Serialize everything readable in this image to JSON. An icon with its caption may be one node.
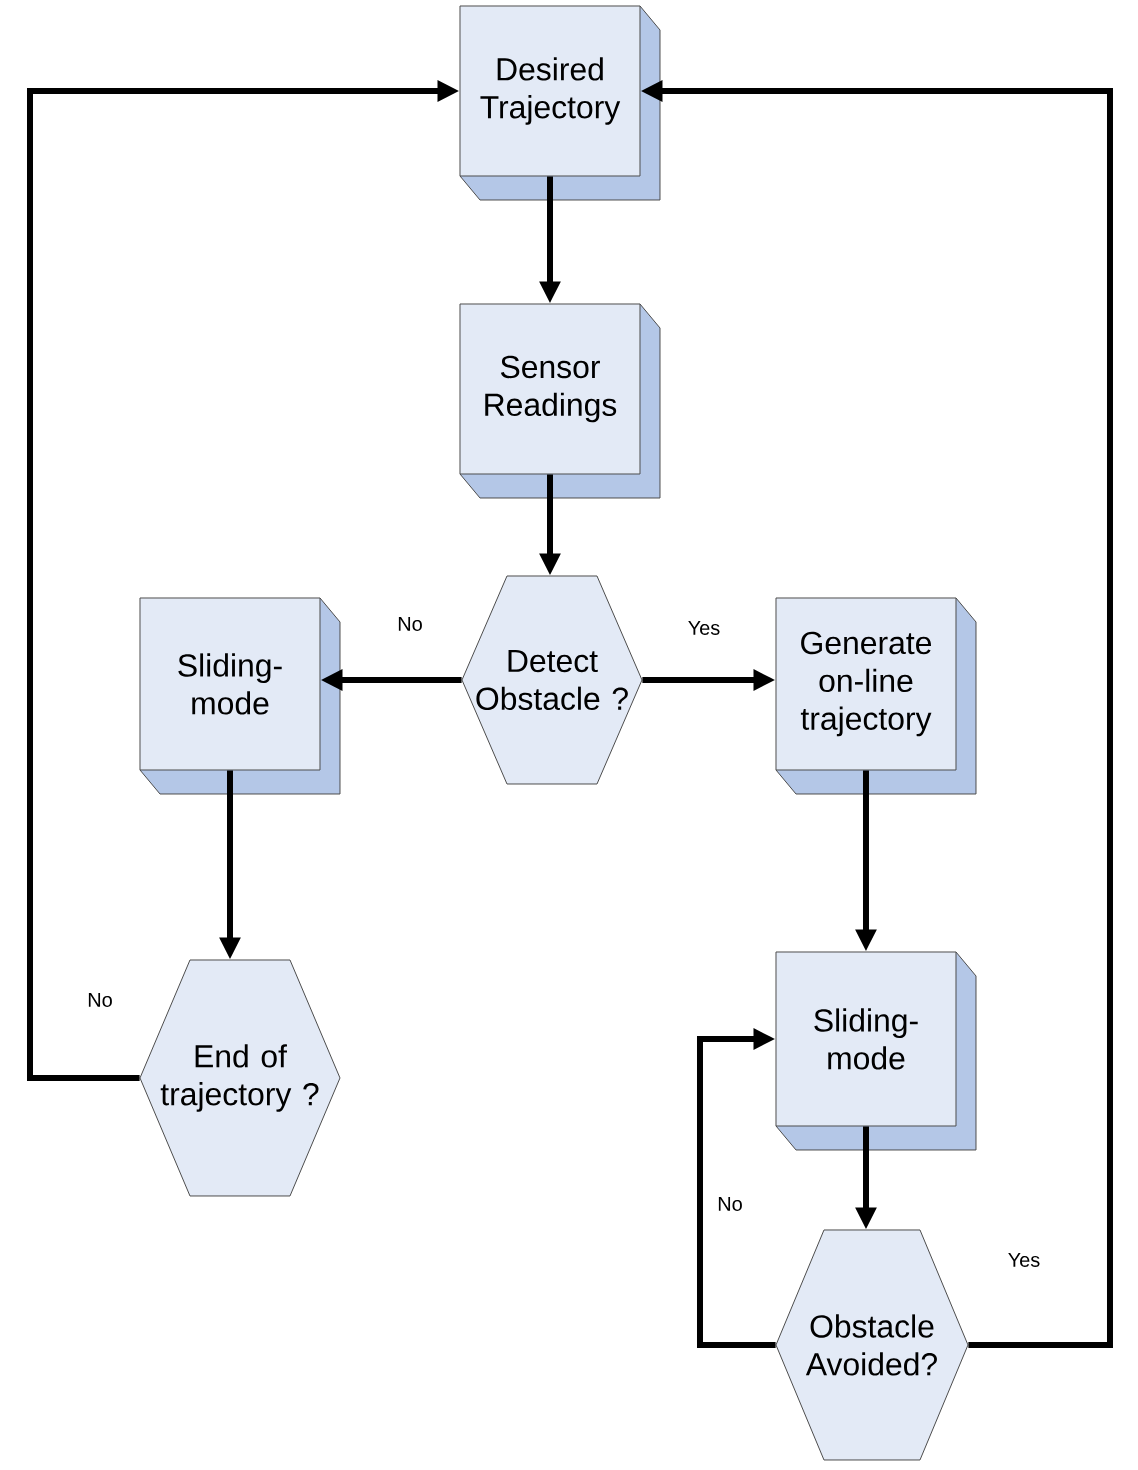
{
  "diagram": {
    "nodes": [
      {
        "text": [
          "Desired Trajectory"
        ]
      },
      {
        "text": [
          "Sensor Readings"
        ]
      },
      {
        "text": [
          "Detect Obstacle ?"
        ]
      },
      {
        "text": [
          "Sliding-mode"
        ]
      },
      {
        "text": [
          "Generate on-line trajectory"
        ]
      },
      {
        "text": [
          "End of trajectory ?"
        ]
      },
      {
        "text": [
          "Sliding-mode"
        ]
      },
      {
        "text": [
          "Obstacle Avoided?"
        ]
      }
    ],
    "edges": [
      {
        "from": 0,
        "to": 1,
        "arrow": "to"
      },
      {
        "from": 1,
        "to": 2,
        "arrow": "to"
      },
      {
        "from": 2,
        "to": 3,
        "arrow": "to",
        "label": "No"
      },
      {
        "from": 2,
        "to": 4,
        "arrow": "to",
        "label": "Yes"
      },
      {
        "from": 3,
        "to": 5,
        "arrow": "to"
      },
      {
        "from": 5,
        "to": 0,
        "arrow": "to",
        "label": "No"
      },
      {
        "from": 4,
        "to": 6,
        "arrow": "to"
      },
      {
        "from": 6,
        "to": 7,
        "arrow": "to"
      },
      {
        "from": 7,
        "to": 6,
        "arrow": "to",
        "label": "No"
      },
      {
        "from": 7,
        "to": 0,
        "arrow": "to",
        "label": "Yes"
      }
    ]
  }
}
